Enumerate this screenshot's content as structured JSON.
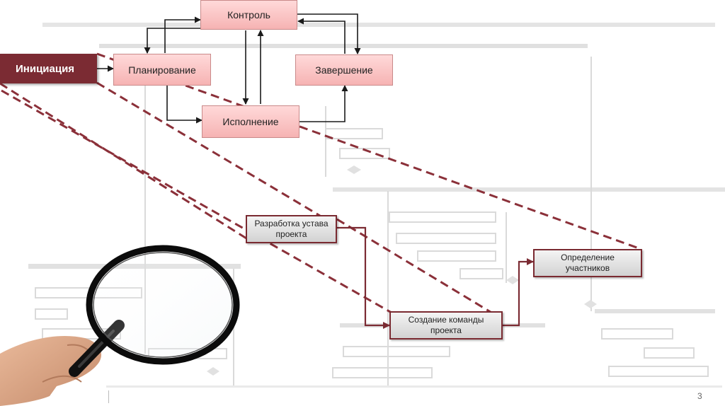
{
  "process_nodes": {
    "initiation": "Инициация",
    "planning": "Планирование",
    "control": "Контроль",
    "execution": "Исполнение",
    "closing": "Завершение"
  },
  "initiation_steps": {
    "charter": "Разработка устава проекта",
    "team": "Создание команды проекта",
    "stakeholders": "Определение участников"
  },
  "footer": {
    "page_number": "3"
  },
  "colors": {
    "accent": "#7b2b33",
    "process_box": "#f8c4c4",
    "step_box_border": "#7a2a31",
    "arrow": "#1a1a1a"
  }
}
